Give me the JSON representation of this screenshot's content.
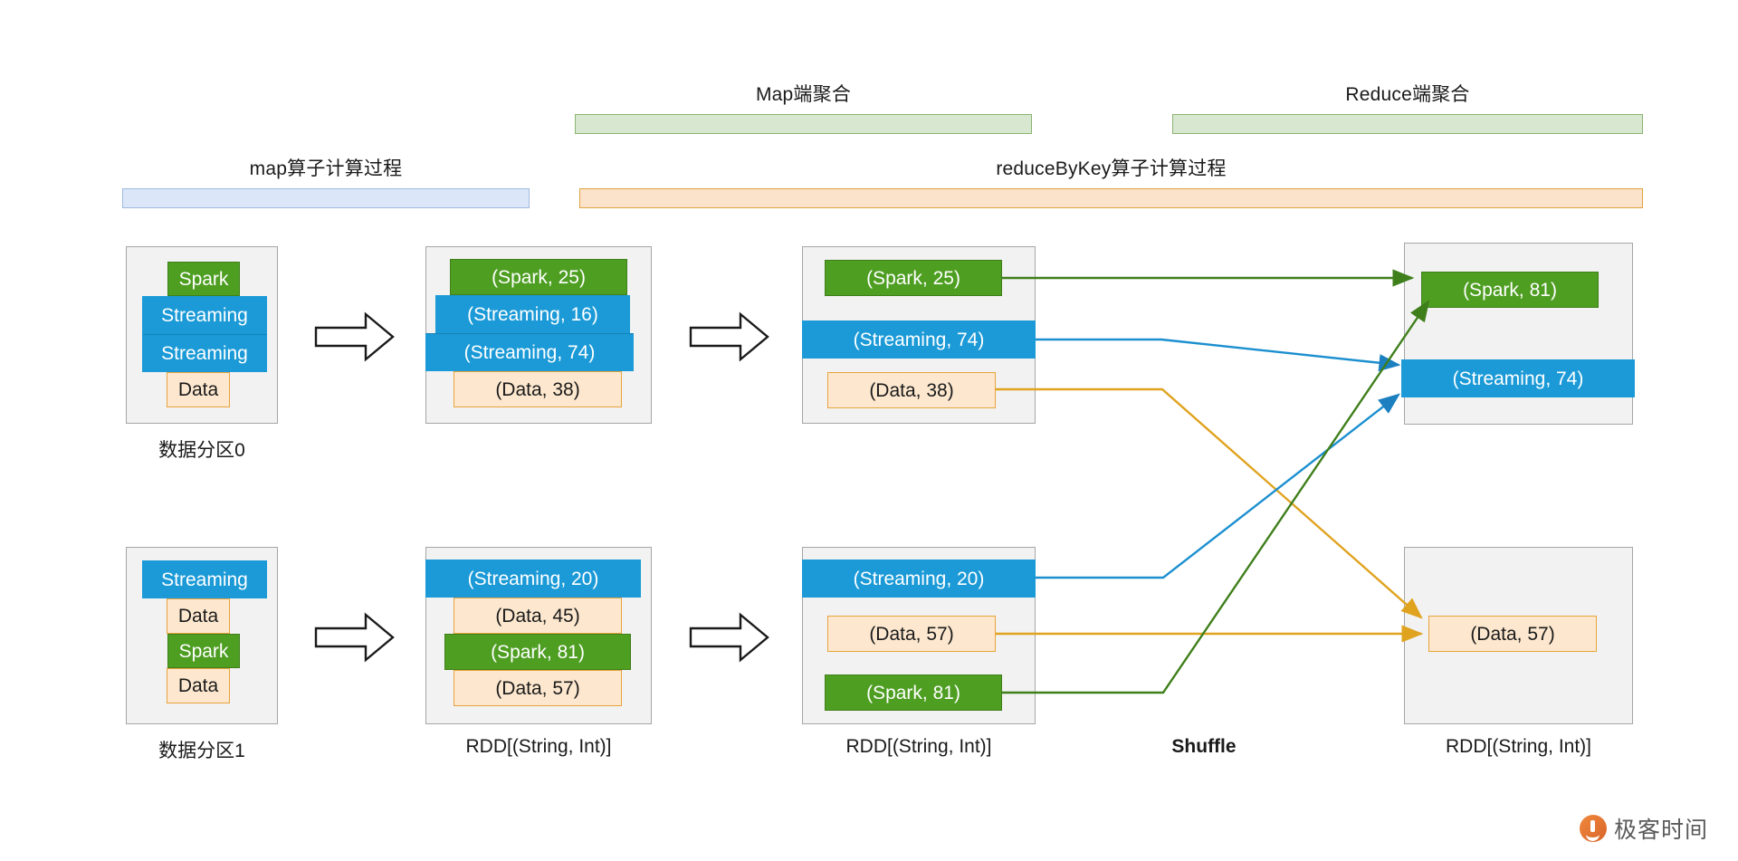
{
  "banners": {
    "map_stage": {
      "label": "map算子计算过程",
      "color": "#dbe7f8"
    },
    "reduce_stage": {
      "label": "reduceByKey算子计算过程",
      "color": "#fbe3cb"
    },
    "map_side": {
      "label": "Map端聚合",
      "color": "#d8e7d0"
    },
    "reduce_side": {
      "label": "Reduce端聚合",
      "color": "#d8e7d0"
    }
  },
  "colors": {
    "green": "#4e9e22",
    "blue": "#1b9ad7",
    "cream": "#fde8cf",
    "cream_border": "#e8a33c",
    "container_bg": "#f2f2f2",
    "container_border": "#a6a6a6"
  },
  "columns": {
    "partitions": [
      {
        "caption": "数据分区0",
        "records": [
          {
            "text": "Spark",
            "kind": "green"
          },
          {
            "text": "Streaming",
            "kind": "blue"
          },
          {
            "text": "Streaming",
            "kind": "blue"
          },
          {
            "text": "Data",
            "kind": "cream"
          }
        ]
      },
      {
        "caption": "数据分区1",
        "records": [
          {
            "text": "Streaming",
            "kind": "blue"
          },
          {
            "text": "Data",
            "kind": "cream"
          },
          {
            "text": "Spark",
            "kind": "green"
          },
          {
            "text": "Data",
            "kind": "cream"
          }
        ]
      }
    ],
    "mapped": [
      {
        "caption": "",
        "records": [
          {
            "text": "(Spark,  25)",
            "kind": "green"
          },
          {
            "text": "(Streaming,  16)",
            "kind": "blue"
          },
          {
            "text": "(Streaming,   74)",
            "kind": "blue"
          },
          {
            "text": "(Data,  38)",
            "kind": "cream"
          }
        ]
      },
      {
        "caption": "RDD[(String, Int)]",
        "records": [
          {
            "text": "(Streaming,  20)",
            "kind": "blue"
          },
          {
            "text": "(Data,  45)",
            "kind": "cream"
          },
          {
            "text": "(Spark,  81)",
            "kind": "green"
          },
          {
            "text": "(Data,  57)",
            "kind": "cream"
          }
        ]
      }
    ],
    "map_aggregated": [
      {
        "caption": "RDD[(String, Int)]",
        "records": [
          {
            "text": "(Spark,  25)",
            "kind": "green"
          },
          {
            "text": "(Streaming,  74)",
            "kind": "blue"
          },
          {
            "text": "(Data,  38)",
            "kind": "cream"
          }
        ]
      },
      {
        "caption": "RDD[(String, Int)]",
        "records": [
          {
            "text": "(Streaming,  20)",
            "kind": "blue"
          },
          {
            "text": "(Data,  57)",
            "kind": "cream"
          },
          {
            "text": "(Spark,  81)",
            "kind": "green"
          }
        ]
      }
    ],
    "reduced": [
      {
        "caption": "RDD[(String, Int)]",
        "records": [
          {
            "text": "(Spark,  81)",
            "kind": "green"
          },
          {
            "text": "(Streaming,   74)",
            "kind": "blue"
          }
        ]
      },
      {
        "caption": "RDD[(String, Int)]",
        "records": [
          {
            "text": "(Data,  57)",
            "kind": "cream"
          }
        ]
      }
    ]
  },
  "shuffle_label": "Shuffle",
  "watermark": {
    "text": "极客时间"
  }
}
